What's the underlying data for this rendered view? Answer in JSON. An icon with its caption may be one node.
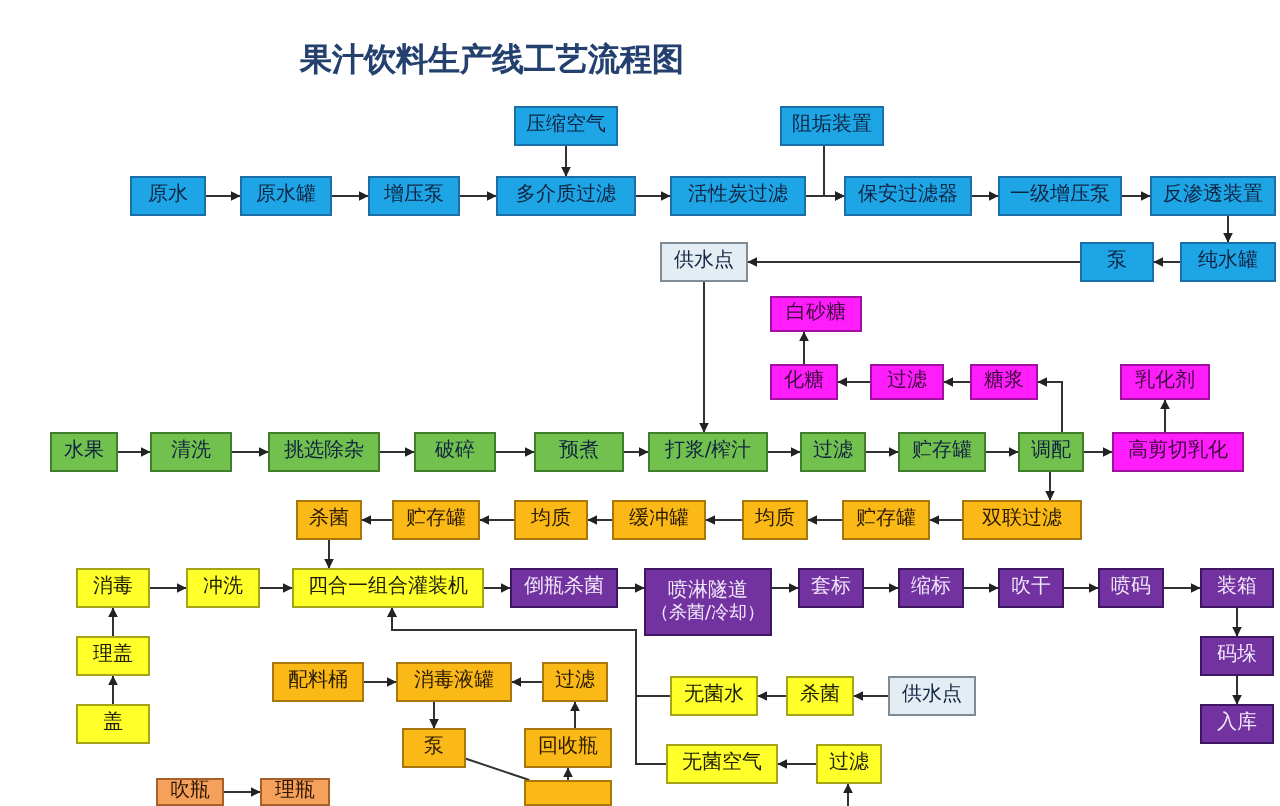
{
  "diagram": {
    "title": "果汁饮料生产线工艺流程图",
    "nodes": [
      {
        "text": [
          "压缩空气"
        ]
      },
      {
        "text": [
          "阻垢装置"
        ]
      },
      {
        "text": [
          "原水"
        ]
      },
      {
        "text": [
          "原水罐"
        ]
      },
      {
        "text": [
          "增压泵"
        ]
      },
      {
        "text": [
          "多介质过滤"
        ]
      },
      {
        "text": [
          "活性炭过滤"
        ]
      },
      {
        "text": [
          "保安过滤器"
        ]
      },
      {
        "text": [
          "一级增压泵"
        ]
      },
      {
        "text": [
          "反渗透装置"
        ]
      },
      {
        "text": [
          "纯水罐"
        ]
      },
      {
        "text": [
          "泵"
        ]
      },
      {
        "text": [
          "供水点"
        ]
      },
      {
        "text": [
          "白砂糖"
        ]
      },
      {
        "text": [
          "化糖"
        ]
      },
      {
        "text": [
          "过滤"
        ]
      },
      {
        "text": [
          "糖浆"
        ]
      },
      {
        "text": [
          "乳化剂"
        ]
      },
      {
        "text": [
          "高剪切乳化"
        ]
      },
      {
        "text": [
          "水果"
        ]
      },
      {
        "text": [
          "清洗"
        ]
      },
      {
        "text": [
          "挑选除杂"
        ]
      },
      {
        "text": [
          "破碎"
        ]
      },
      {
        "text": [
          "预煮"
        ]
      },
      {
        "text": [
          "打浆/榨汁"
        ]
      },
      {
        "text": [
          "过滤"
        ]
      },
      {
        "text": [
          "贮存罐"
        ]
      },
      {
        "text": [
          "调配"
        ]
      },
      {
        "text": [
          "双联过滤"
        ]
      },
      {
        "text": [
          "贮存罐"
        ]
      },
      {
        "text": [
          "均质"
        ]
      },
      {
        "text": [
          "缓冲罐"
        ]
      },
      {
        "text": [
          "均质"
        ]
      },
      {
        "text": [
          "贮存罐"
        ]
      },
      {
        "text": [
          "杀菌"
        ]
      },
      {
        "text": [
          "消毒"
        ]
      },
      {
        "text": [
          "冲洗"
        ]
      },
      {
        "text": [
          "四合一组合灌装机"
        ]
      },
      {
        "text": [
          "倒瓶杀菌"
        ]
      },
      {
        "text": [
          "喷淋隧道",
          "（杀菌/冷却）"
        ]
      },
      {
        "text": [
          "套标"
        ]
      },
      {
        "text": [
          "缩标"
        ]
      },
      {
        "text": [
          "吹干"
        ]
      },
      {
        "text": [
          "喷码"
        ]
      },
      {
        "text": [
          "装箱"
        ]
      },
      {
        "text": [
          "码垛"
        ]
      },
      {
        "text": [
          "入库"
        ]
      },
      {
        "text": [
          "理盖"
        ]
      },
      {
        "text": [
          "盖"
        ]
      },
      {
        "text": [
          "配料桶"
        ]
      },
      {
        "text": [
          "消毒液罐"
        ]
      },
      {
        "text": [
          "过滤"
        ]
      },
      {
        "text": [
          "泵"
        ]
      },
      {
        "text": [
          "回收瓶"
        ]
      },
      {
        "text": [],
        "shape": "box"
      },
      {
        "text": [
          "吹瓶"
        ]
      },
      {
        "text": [
          "理瓶"
        ]
      },
      {
        "text": [
          "无菌水"
        ]
      },
      {
        "text": [
          "杀菌"
        ]
      },
      {
        "text": [
          "供水点"
        ]
      },
      {
        "text": [
          "无菌空气"
        ]
      },
      {
        "text": [
          "过滤"
        ]
      }
    ],
    "edges": [
      {
        "from": 2,
        "to": 3,
        "arrow": "to"
      },
      {
        "from": 3,
        "to": 4,
        "arrow": "to"
      },
      {
        "from": 4,
        "to": 5,
        "arrow": "to"
      },
      {
        "from": 0,
        "to": 5,
        "arrow": "to"
      },
      {
        "from": 5,
        "to": 6,
        "arrow": "to"
      },
      {
        "from": 6,
        "to": 7,
        "arrow": "to"
      },
      {
        "from": 1,
        "to": 7,
        "arrow": "to"
      },
      {
        "from": 7,
        "to": 8,
        "arrow": "to"
      },
      {
        "from": 8,
        "to": 9,
        "arrow": "to"
      },
      {
        "from": 9,
        "to": 10,
        "arrow": "to"
      },
      {
        "from": 10,
        "to": 11,
        "arrow": "to"
      },
      {
        "from": 11,
        "to": 12,
        "arrow": "to"
      },
      {
        "from": 12,
        "to": 24,
        "arrow": "to"
      },
      {
        "from": 27,
        "to": 16,
        "arrow": "to"
      },
      {
        "from": 16,
        "to": 15,
        "arrow": "to"
      },
      {
        "from": 15,
        "to": 14,
        "arrow": "to"
      },
      {
        "from": 14,
        "to": 13,
        "arrow": "to"
      },
      {
        "from": 27,
        "to": 18,
        "arrow": "to"
      },
      {
        "from": 18,
        "to": 17,
        "arrow": "to"
      },
      {
        "from": 19,
        "to": 20,
        "arrow": "to"
      },
      {
        "from": 20,
        "to": 21,
        "arrow": "to"
      },
      {
        "from": 21,
        "to": 22,
        "arrow": "to"
      },
      {
        "from": 22,
        "to": 23,
        "arrow": "to"
      },
      {
        "from": 23,
        "to": 24,
        "arrow": "to"
      },
      {
        "from": 24,
        "to": 25,
        "arrow": "to"
      },
      {
        "from": 25,
        "to": 26,
        "arrow": "to"
      },
      {
        "from": 26,
        "to": 27,
        "arrow": "to"
      },
      {
        "from": 27,
        "to": 28,
        "arrow": "to"
      },
      {
        "from": 28,
        "to": 29,
        "arrow": "to"
      },
      {
        "from": 29,
        "to": 30,
        "arrow": "to"
      },
      {
        "from": 30,
        "to": 31,
        "arrow": "to"
      },
      {
        "from": 31,
        "to": 32,
        "arrow": "to"
      },
      {
        "from": 32,
        "to": 33,
        "arrow": "to"
      },
      {
        "from": 33,
        "to": 34,
        "arrow": "to"
      },
      {
        "from": 34,
        "to": 37,
        "arrow": "to"
      },
      {
        "from": 48,
        "to": 47,
        "arrow": "to"
      },
      {
        "from": 47,
        "to": 35,
        "arrow": "to"
      },
      {
        "from": 35,
        "to": 36,
        "arrow": "to"
      },
      {
        "from": 36,
        "to": 37,
        "arrow": "to"
      },
      {
        "from": 37,
        "to": 38,
        "arrow": "to"
      },
      {
        "from": 38,
        "to": 39,
        "arrow": "to"
      },
      {
        "from": 39,
        "to": 40,
        "arrow": "to"
      },
      {
        "from": 40,
        "to": 41,
        "arrow": "to"
      },
      {
        "from": 41,
        "to": 42,
        "arrow": "to"
      },
      {
        "from": 42,
        "to": 43,
        "arrow": "to"
      },
      {
        "from": 43,
        "to": 44,
        "arrow": "to"
      },
      {
        "from": 44,
        "to": 45,
        "arrow": "to"
      },
      {
        "from": 45,
        "to": 46,
        "arrow": "to"
      },
      {
        "from": 49,
        "to": 50,
        "arrow": "to"
      },
      {
        "from": 51,
        "to": 50,
        "arrow": "to"
      },
      {
        "from": 50,
        "to": 52,
        "arrow": "to"
      },
      {
        "from": 52,
        "to": 54,
        "arrow": "none"
      },
      {
        "from": 54,
        "to": 53,
        "arrow": "to"
      },
      {
        "from": 53,
        "to": 51,
        "arrow": "to"
      },
      {
        "from": 59,
        "to": 58,
        "arrow": "to"
      },
      {
        "from": 58,
        "to": 57,
        "arrow": "to"
      },
      {
        "from": 61,
        "to": 60,
        "arrow": "to"
      },
      {
        "from": null,
        "to": 61,
        "arrow": "to"
      },
      {
        "from": 57,
        "to": 37,
        "arrow": "to"
      },
      {
        "from": 60,
        "to": 37,
        "arrow": "to"
      },
      {
        "from": 55,
        "to": 56,
        "arrow": "to"
      }
    ]
  }
}
